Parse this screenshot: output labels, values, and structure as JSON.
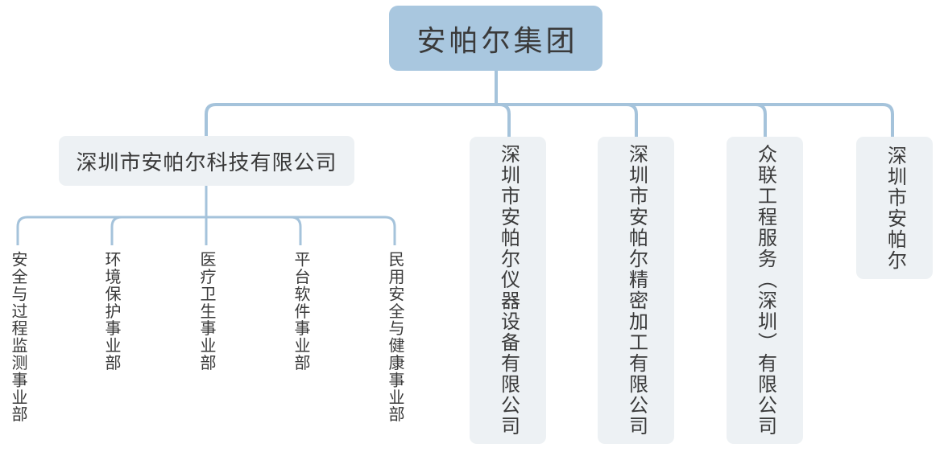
{
  "org": {
    "root": {
      "label": "安帕尔集团"
    },
    "companies": [
      {
        "label": "深圳市安帕尔科技有限公司"
      },
      {
        "label": "深圳市安帕尔仪器设备有限公司"
      },
      {
        "label": "深圳市安帕尔精密加工有限公司"
      },
      {
        "label": "众联工程服务（深圳）有限公司"
      },
      {
        "label": "深圳市安帕尔"
      }
    ],
    "divisions": [
      {
        "label": "安全与过程监测事业部"
      },
      {
        "label": "环境保护事业部"
      },
      {
        "label": "医疗卫生事业部"
      },
      {
        "label": "平台软件事业部"
      },
      {
        "label": "民用安全与健康事业部"
      }
    ]
  },
  "colors": {
    "root_fill": "#a9c7df",
    "node_fill": "#edf1f4",
    "line": "#a5c3db",
    "text": "#3a3a3a",
    "background": "#ffffff"
  }
}
